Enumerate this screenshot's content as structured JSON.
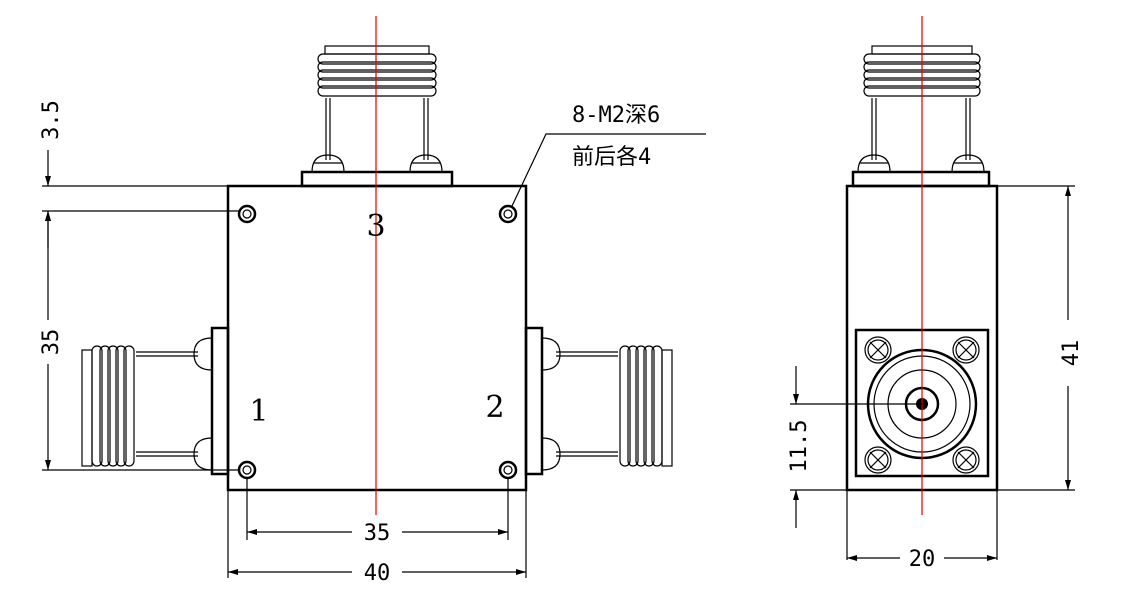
{
  "front_view": {
    "port_labels": [
      "3",
      "1",
      "2"
    ],
    "dims": {
      "top_offset": "3.5",
      "height_holes": "35",
      "width_holes": "35",
      "width_total": "40"
    },
    "note_line1": "8-M2深6",
    "note_line2": "前后各4"
  },
  "side_view": {
    "dims": {
      "height_total": "41",
      "port_height": "11.5",
      "width_total": "20"
    }
  },
  "colors": {
    "outline": "#000000",
    "centerline": "#e00000",
    "background": "#ffffff"
  }
}
